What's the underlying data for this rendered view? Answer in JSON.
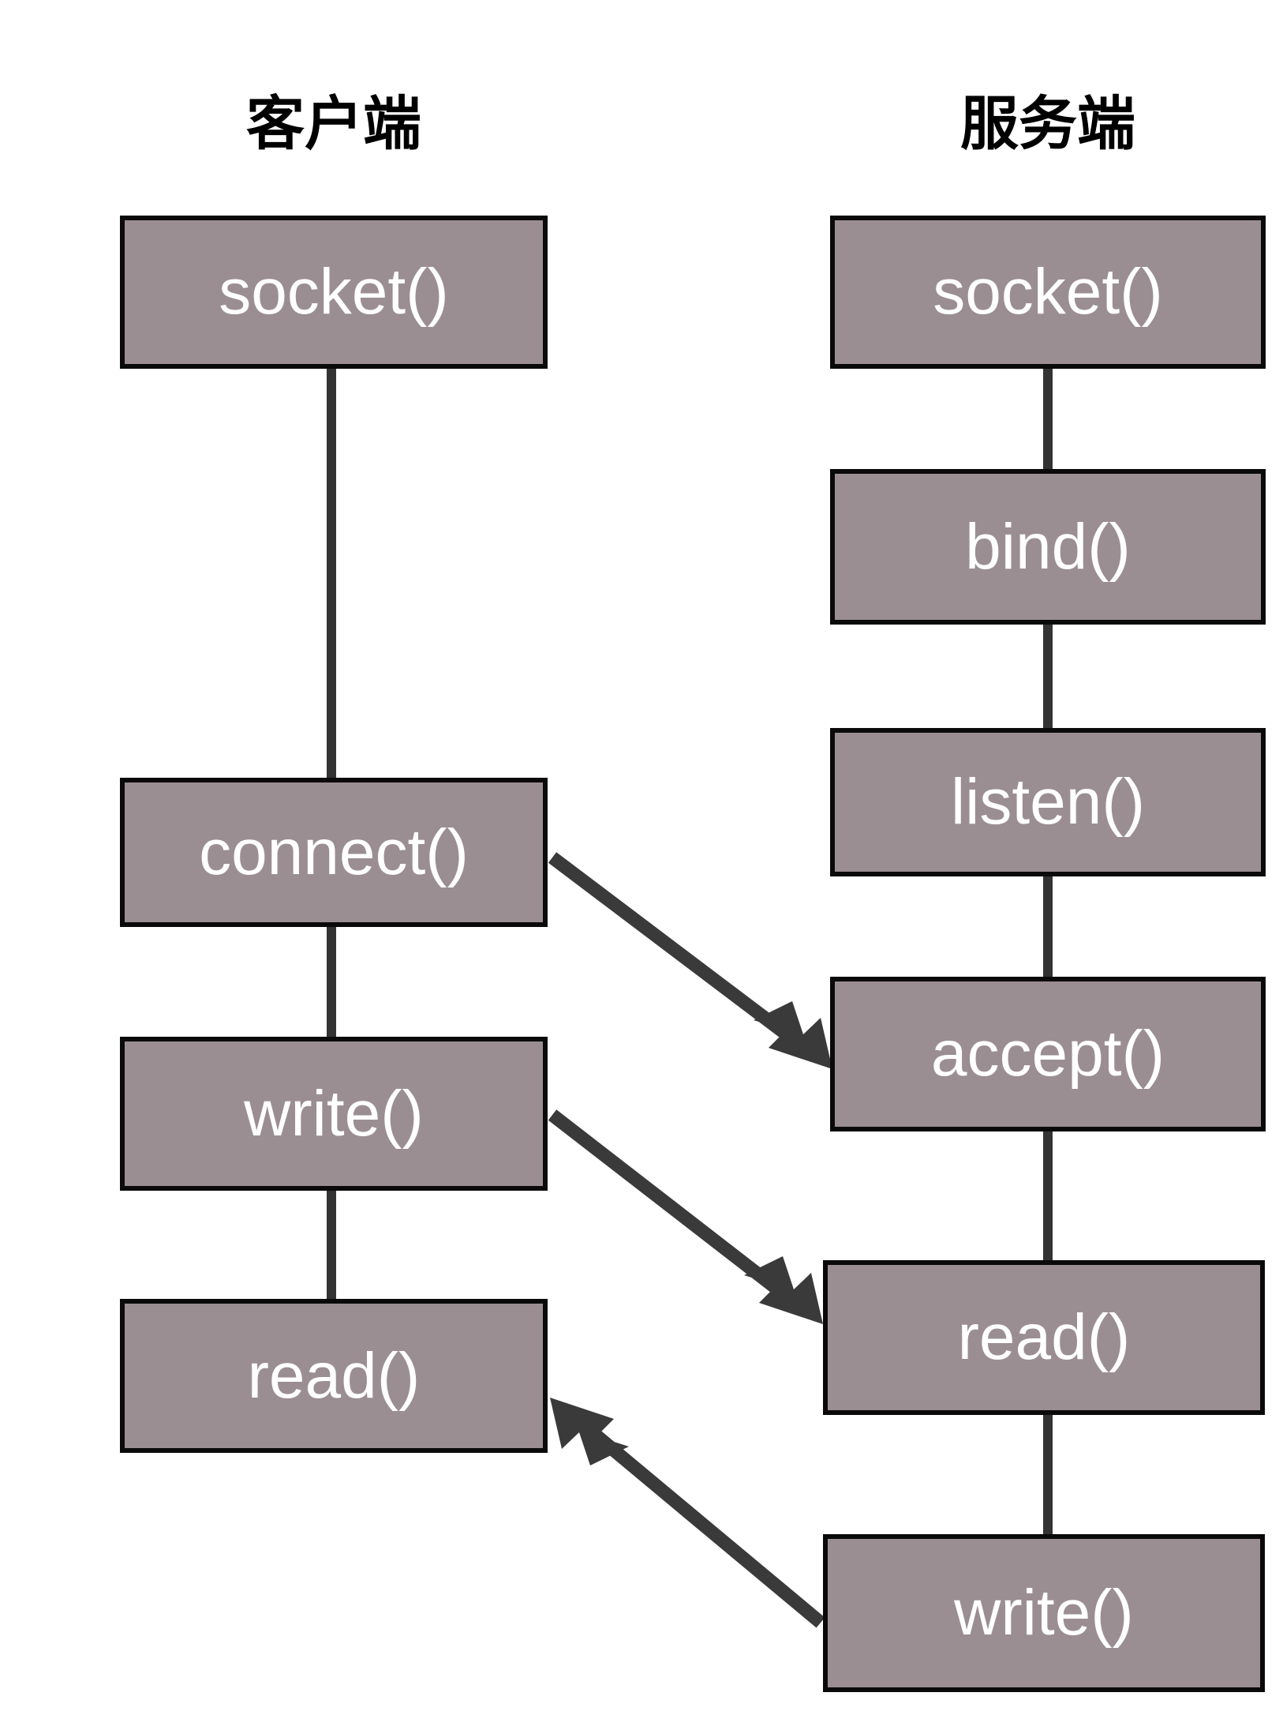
{
  "diagram": {
    "title_client": "客户端",
    "title_server": "服务端",
    "colors": {
      "box_fill": "#9b8e93",
      "box_border": "#0a0a0a",
      "box_text": "#ffffff",
      "connector": "#333333",
      "arrow": "#3a3a3a",
      "title_text": "#000000",
      "background": "#ffffff"
    },
    "client": {
      "header": "客户端",
      "nodes": [
        {
          "label": "socket()"
        },
        {
          "label": "connect()"
        },
        {
          "label": "write()"
        },
        {
          "label": "read()"
        }
      ]
    },
    "server": {
      "header": "服务端",
      "nodes": [
        {
          "label": "socket()"
        },
        {
          "label": "bind()"
        },
        {
          "label": "listen()"
        },
        {
          "label": "accept()"
        },
        {
          "label": "read()"
        },
        {
          "label": "write()"
        }
      ]
    },
    "cross_arrows": [
      {
        "from": "client.connect()",
        "to": "server.accept()",
        "direction": "client-to-server"
      },
      {
        "from": "client.write()",
        "to": "server.read()",
        "direction": "client-to-server"
      },
      {
        "from": "server.write()",
        "to": "client.read()",
        "direction": "server-to-client"
      }
    ]
  }
}
